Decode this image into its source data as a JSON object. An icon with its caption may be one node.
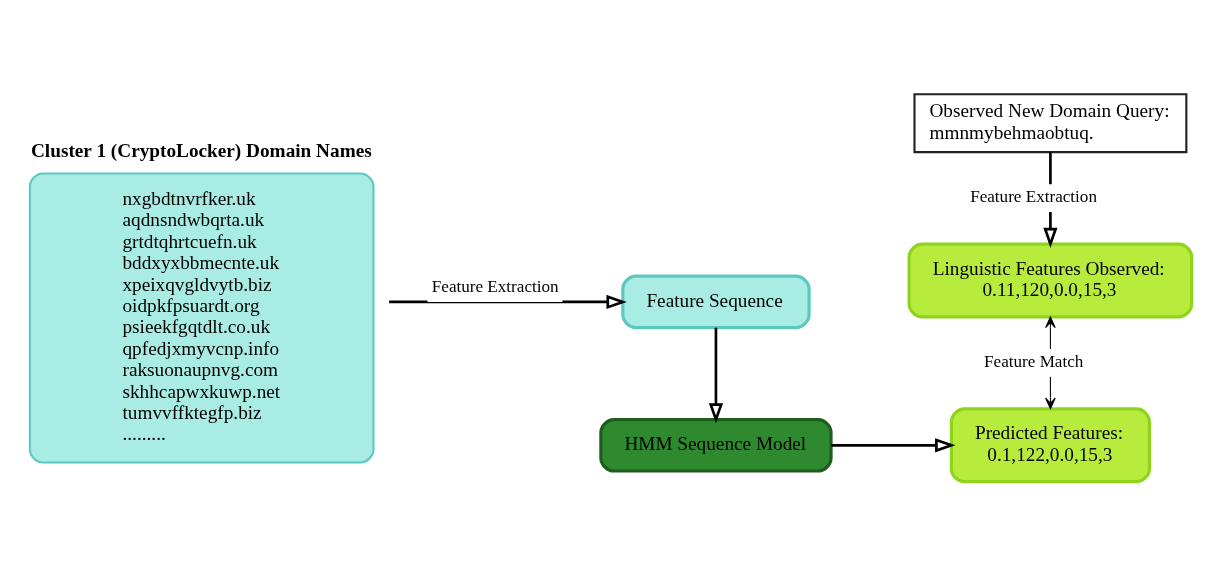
{
  "diagram": {
    "nodes": [
      {
        "text": [
          "Cluster 1 (CryptoLocker) Domain Names",
          "nxgbdtnvrfker.uk",
          "aqdnsndwbqrta.uk",
          "grtdtqhrtcuefn.uk",
          "bddxyxbbmecnte.uk",
          "xpeixqvgldvytb.biz",
          "oidpkfpsuardt.org",
          "psieekfgqtdlt.co.uk",
          "qpfedjxmyvcnp.info",
          "raksuonaupnvg.com",
          "skhhcapwxkuwp.net",
          "tumvvffktegfp.biz",
          "........."
        ]
      },
      {
        "text": [
          "Feature Sequence"
        ]
      },
      {
        "text": [
          "HMM Sequence Model"
        ]
      },
      {
        "text": [
          "Observed New Domain Query:",
          "mmnmybehmaobtuq."
        ]
      },
      {
        "text": [
          "Linguistic Features Observed:",
          "0.11,120,0.0,15,3"
        ]
      },
      {
        "text": [
          "Predicted Features:",
          "0.1,122,0.0,15,3"
        ]
      }
    ],
    "edges": [
      {
        "from": 0,
        "to": 1,
        "arrow": "to",
        "label": "Feature Extraction"
      },
      {
        "from": 1,
        "to": 2,
        "arrow": "to"
      },
      {
        "from": 2,
        "to": 5,
        "arrow": "to"
      },
      {
        "from": 3,
        "to": 4,
        "arrow": "to",
        "label": "Feature Extraction"
      },
      {
        "from": 4,
        "to": 5,
        "arrow": "both",
        "label": "Feature Match"
      }
    ]
  }
}
